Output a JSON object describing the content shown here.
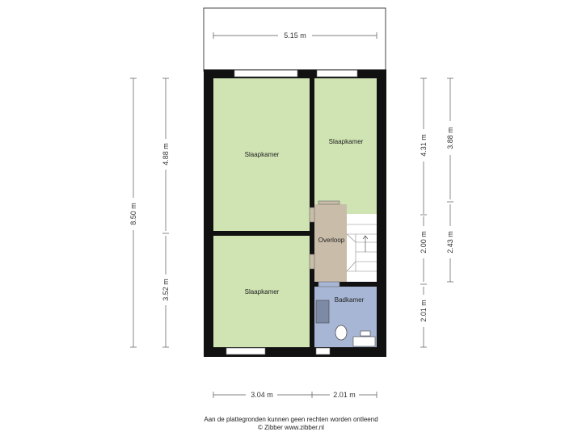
{
  "rooms": {
    "bedroom_1": "Slaapkamer",
    "bedroom_2": "Slaapkamer",
    "bedroom_3": "Slaapkamer",
    "landing": "Overloop",
    "bathroom": "Badkamer"
  },
  "dimensions": {
    "top_width": "5.15 m",
    "total_height": "8.50 m",
    "left_upper": "4.88 m",
    "left_lower": "3.52 m",
    "right_upper_a": "4.31 m",
    "right_upper_b": "3.88 m",
    "right_middle": "2.00 m",
    "right_lower": "2.01 m",
    "right_lower_b": "2.43 m",
    "bottom_left": "3.04 m",
    "bottom_right": "2.01 m"
  },
  "footer": {
    "line1": "Aan de plattegronden kunnen geen rechten worden ontleend",
    "line2": "© Zibber www.zibber.nl"
  },
  "colors": {
    "bedroom": "#cfe3b3",
    "landing": "#c9bca9",
    "bathroom": "#a7b6d4",
    "wall": "#111111"
  }
}
